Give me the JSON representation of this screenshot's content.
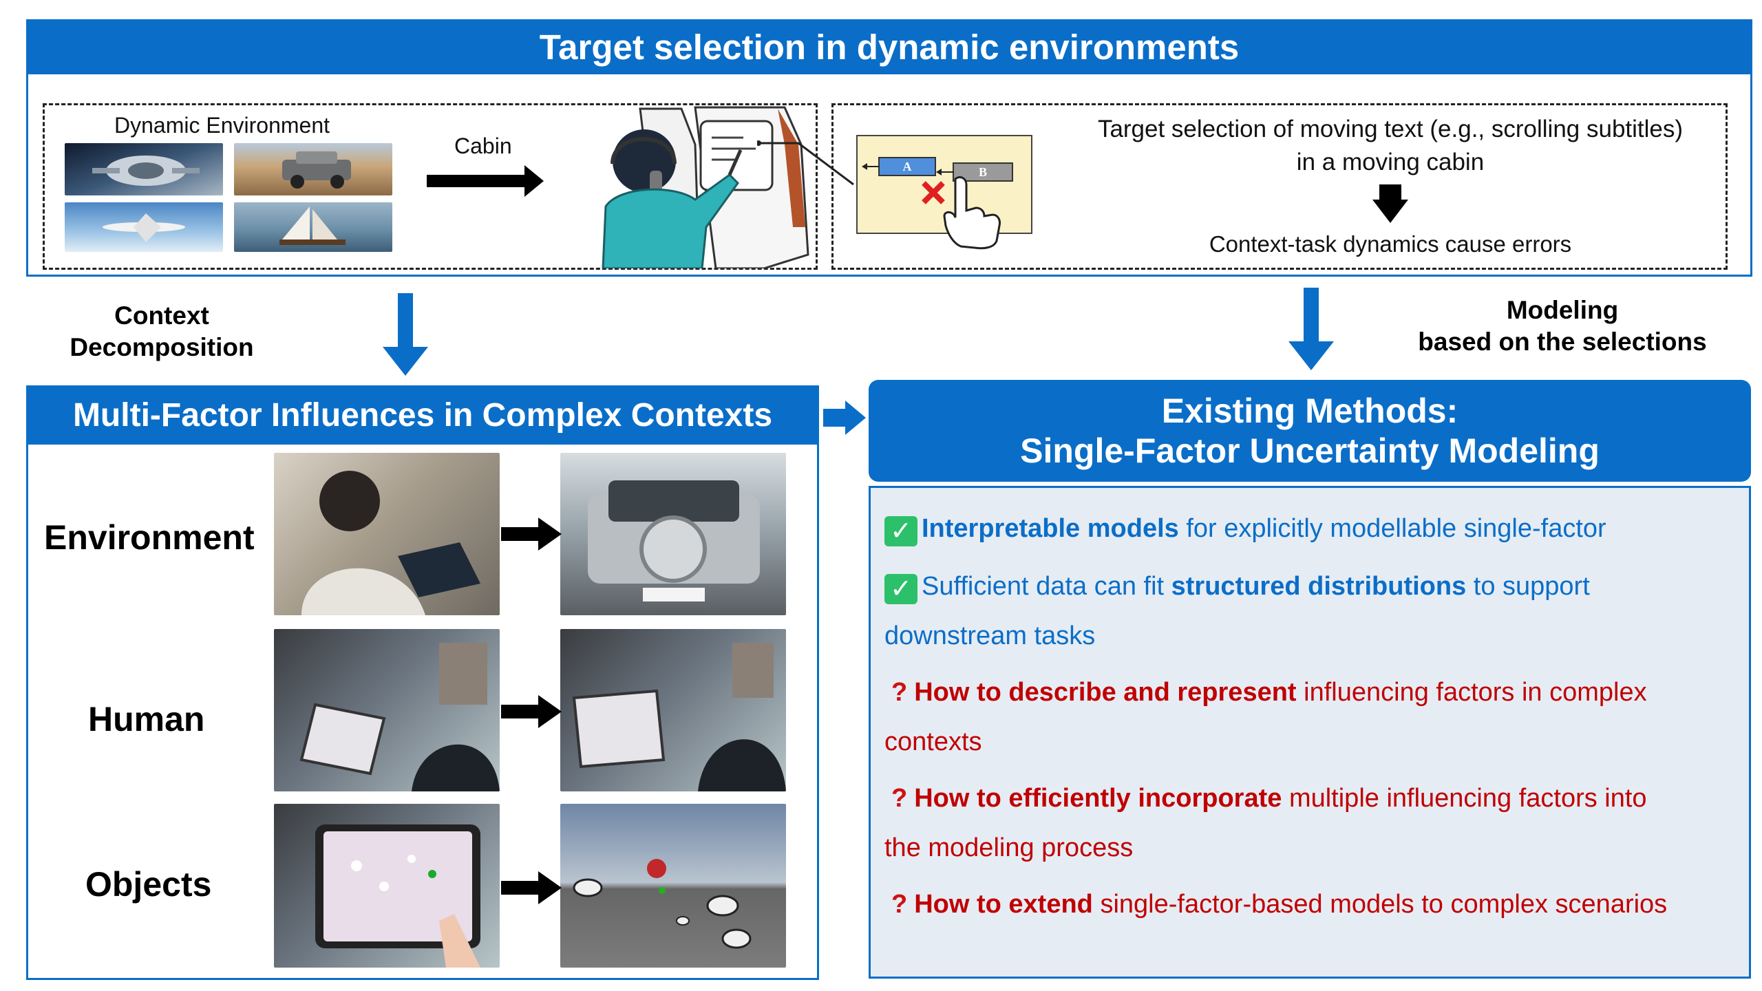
{
  "top": {
    "title": "Target selection in dynamic environments",
    "dynamic_environment_label": "Dynamic Environment",
    "cabin_label": "Cabin",
    "mini_screen": {
      "button_a": "A",
      "button_b": "B"
    },
    "selection_text_line1": "Target selection of moving text (e.g., scrolling subtitles)",
    "selection_text_line2": "in a moving cabin",
    "errors_text": "Context-task dynamics cause errors"
  },
  "middle": {
    "left_label_line1": "Context",
    "left_label_line2": "Decomposition",
    "right_label_line1": "Modeling",
    "right_label_line2": "based on the selections"
  },
  "left_panel": {
    "title": "Multi-Factor Influences in Complex Contexts",
    "factors": [
      "Environment",
      "Human",
      "Objects"
    ]
  },
  "right_panel": {
    "title_line1": "Existing Methods:",
    "title_line2": "Single-Factor Uncertainty Modeling",
    "check1_bold": "Interpretable models",
    "check1_rest": " for explicitly modellable single-factor",
    "check2_pre": "Sufficient data can fit ",
    "check2_bold": "structured distributions",
    "check2_post": " to support",
    "check2_line2": "downstream tasks",
    "q1_bold": "How to describe and represent",
    "q1_rest": " influencing factors in complex",
    "q1_line2": "contexts",
    "q2_bold": "How to efficiently incorporate",
    "q2_rest": " multiple influencing factors into",
    "q2_line2": "the modeling process",
    "q3_bold": "How to extend",
    "q3_rest": " single-factor-based models to complex scenarios"
  },
  "colors": {
    "accent_blue": "#0a6ec8",
    "panel_bg": "#e6ecf4",
    "question_red": "#c00000",
    "check_green": "#2cc06a"
  },
  "icons": [
    "check-icon",
    "question-icon",
    "down-arrow-icon",
    "right-arrow-icon",
    "hand-pointer-icon",
    "cross-icon"
  ]
}
